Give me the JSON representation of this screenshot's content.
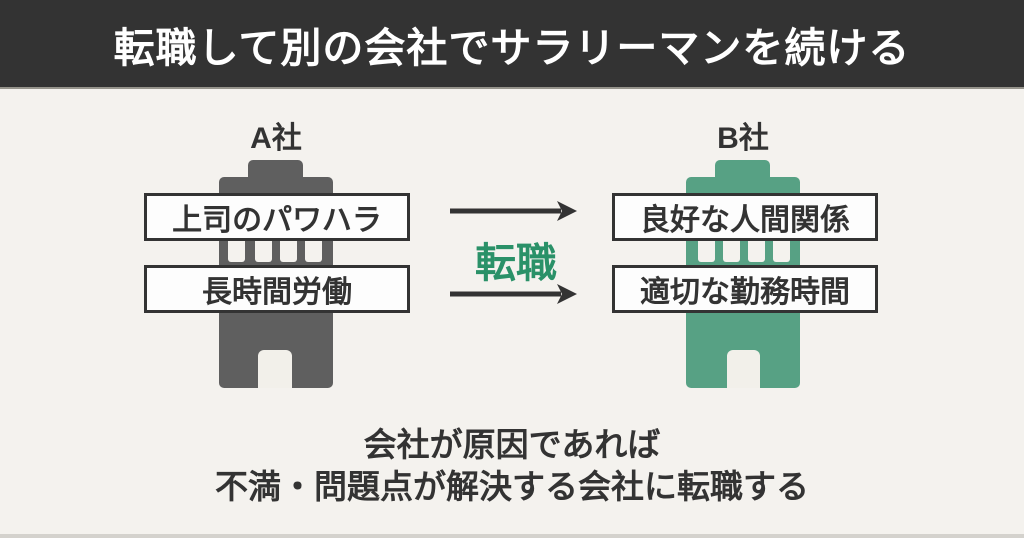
{
  "header": {
    "title": "転職して別の会社でサラリーマンを続ける"
  },
  "diagram": {
    "company_a": {
      "name": "A社",
      "issues": [
        "上司のパワハラ",
        "長時間労働"
      ]
    },
    "company_b": {
      "name": "B社",
      "benefits": [
        "良好な人間関係",
        "適切な勤務時間"
      ]
    },
    "transition_label": "転職"
  },
  "footer": {
    "line1": "会社が原因であれば",
    "line2": "不満・問題点が解決する会社に転職する"
  },
  "icons": {
    "company_a_building": "building-icon (gray office tower with windows and door)",
    "company_b_building": "building-icon (green office tower with windows and door)",
    "arrows": "arrow-right-icon (two black arrows from A to B)"
  },
  "colors": {
    "header_bg": "#333333",
    "header_text": "#ffffff",
    "background": "#f4f2ee",
    "building_gray": "#5f5f5f",
    "building_green": "#57a184",
    "accent_green": "#2a9168",
    "text_dark": "#333333",
    "label_box_bg": "#fdfdfd",
    "label_box_border": "#333333"
  }
}
